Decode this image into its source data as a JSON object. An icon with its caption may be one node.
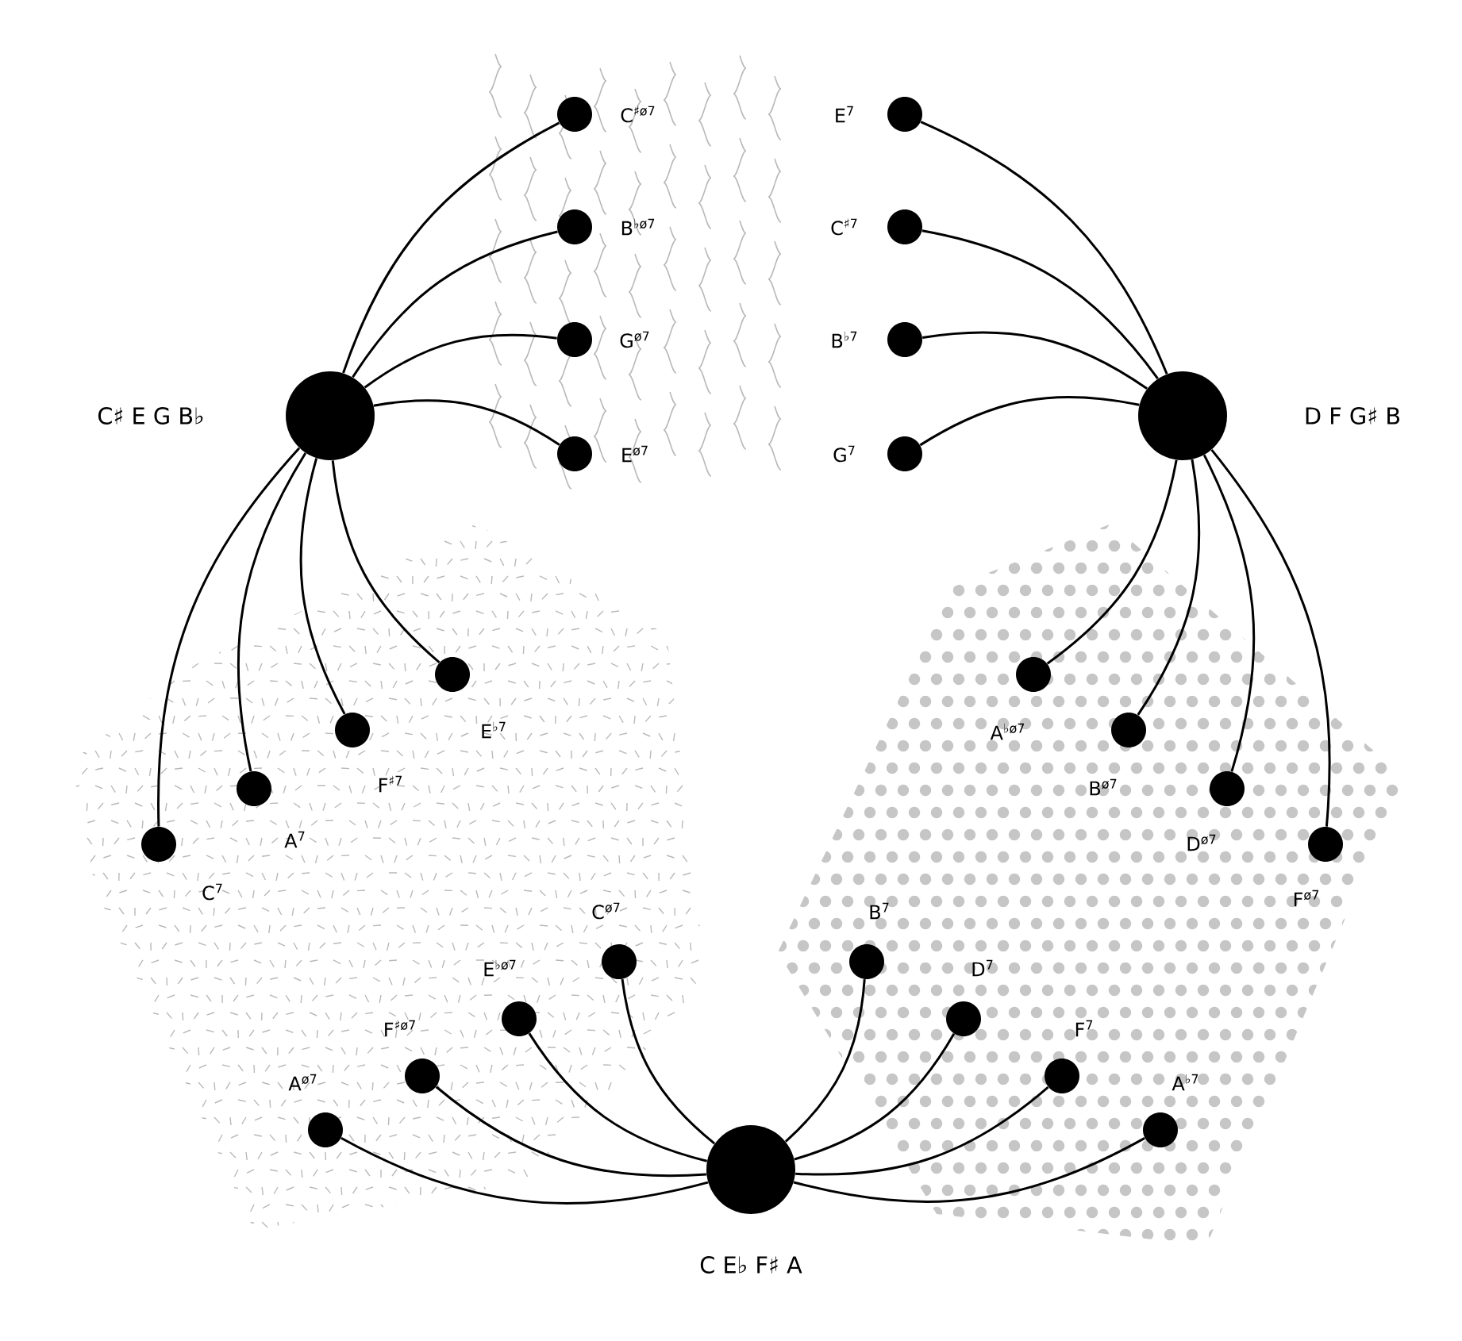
{
  "diagram": {
    "nodes": [
      {
        "text": [],
        "shape": "circle",
        "beside": [
          "C♯ E G B♭"
        ]
      },
      {
        "text": [],
        "shape": "circle",
        "beside": [
          "D F G♯ B"
        ]
      },
      {
        "text": [],
        "shape": "circle",
        "beside": [
          "C E♭ F♯ A"
        ]
      },
      {
        "text": [],
        "shape": "circle",
        "beside": [
          "C$^{♯ø7}$"
        ]
      },
      {
        "text": [],
        "shape": "circle",
        "beside": [
          "B$^{♭ø7}$"
        ]
      },
      {
        "text": [],
        "shape": "circle",
        "beside": [
          "G$^{ø7}$"
        ]
      },
      {
        "text": [],
        "shape": "circle",
        "beside": [
          "E$^{ø7}$"
        ]
      },
      {
        "text": [],
        "shape": "circle",
        "beside": [
          "E$^{7}$"
        ]
      },
      {
        "text": [],
        "shape": "circle",
        "beside": [
          "C$^{♯7}$"
        ]
      },
      {
        "text": [],
        "shape": "circle",
        "beside": [
          "B$^{♭7}$"
        ]
      },
      {
        "text": [],
        "shape": "circle",
        "beside": [
          "G$^{7}$"
        ]
      },
      {
        "text": [],
        "shape": "circle",
        "beside": [
          "C$^{7}$"
        ]
      },
      {
        "text": [],
        "shape": "circle",
        "beside": [
          "A$^{7}$"
        ]
      },
      {
        "text": [],
        "shape": "circle",
        "beside": [
          "F$^{♯7}$"
        ]
      },
      {
        "text": [],
        "shape": "circle",
        "beside": [
          "E$^{♭7}$"
        ]
      },
      {
        "text": [],
        "shape": "circle",
        "beside": [
          "A$^{♭ø7}$"
        ]
      },
      {
        "text": [],
        "shape": "circle",
        "beside": [
          "B$^{ø7}$"
        ]
      },
      {
        "text": [],
        "shape": "circle",
        "beside": [
          "D$^{ø7}$"
        ]
      },
      {
        "text": [],
        "shape": "circle",
        "beside": [
          "F$^{ø7}$"
        ]
      },
      {
        "text": [],
        "shape": "circle",
        "beside": [
          "A$^{ø7}$"
        ]
      },
      {
        "text": [],
        "shape": "circle",
        "beside": [
          "F$^{♯ø7}$"
        ]
      },
      {
        "text": [],
        "shape": "circle",
        "beside": [
          "E$^{♭ø7}$"
        ]
      },
      {
        "text": [],
        "shape": "circle",
        "beside": [
          "C$^{ø7}$"
        ]
      },
      {
        "text": [],
        "shape": "circle",
        "beside": [
          "B$^{7}$"
        ]
      },
      {
        "text": [],
        "shape": "circle",
        "beside": [
          "D$^{7}$"
        ]
      },
      {
        "text": [],
        "shape": "circle",
        "beside": [
          "F$^{7}$"
        ]
      },
      {
        "text": [],
        "shape": "circle",
        "beside": [
          "A$^{♭7}$"
        ]
      }
    ],
    "edges": [
      {
        "from": 0,
        "to": 3,
        "arrow": "none"
      },
      {
        "from": 0,
        "to": 4,
        "arrow": "none"
      },
      {
        "from": 0,
        "to": 5,
        "arrow": "none"
      },
      {
        "from": 0,
        "to": 6,
        "arrow": "none"
      },
      {
        "from": 1,
        "to": 7,
        "arrow": "none"
      },
      {
        "from": 1,
        "to": 8,
        "arrow": "none"
      },
      {
        "from": 1,
        "to": 9,
        "arrow": "none"
      },
      {
        "from": 1,
        "to": 10,
        "arrow": "none"
      },
      {
        "from": 0,
        "to": 11,
        "arrow": "none"
      },
      {
        "from": 0,
        "to": 12,
        "arrow": "none"
      },
      {
        "from": 0,
        "to": 13,
        "arrow": "none"
      },
      {
        "from": 0,
        "to": 14,
        "arrow": "none"
      },
      {
        "from": 1,
        "to": 15,
        "arrow": "none"
      },
      {
        "from": 1,
        "to": 16,
        "arrow": "none"
      },
      {
        "from": 1,
        "to": 17,
        "arrow": "none"
      },
      {
        "from": 1,
        "to": 18,
        "arrow": "none"
      },
      {
        "from": 2,
        "to": 19,
        "arrow": "none"
      },
      {
        "from": 2,
        "to": 20,
        "arrow": "none"
      },
      {
        "from": 2,
        "to": 21,
        "arrow": "none"
      },
      {
        "from": 2,
        "to": 22,
        "arrow": "none"
      },
      {
        "from": 2,
        "to": 23,
        "arrow": "none"
      },
      {
        "from": 2,
        "to": 24,
        "arrow": "none"
      },
      {
        "from": 2,
        "to": 25,
        "arrow": "none"
      },
      {
        "from": 2,
        "to": 26,
        "arrow": "none"
      }
    ]
  }
}
